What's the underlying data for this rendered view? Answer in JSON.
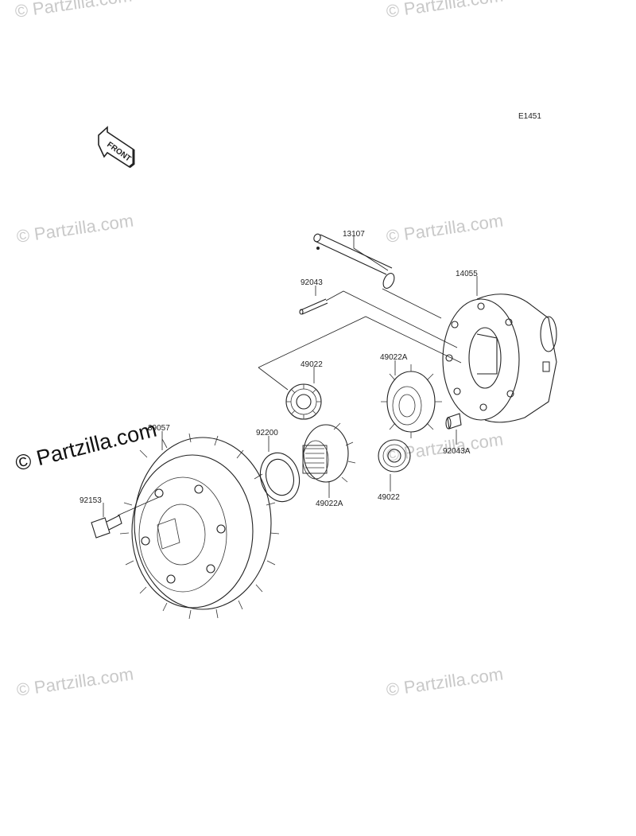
{
  "diagram": {
    "code": "E1451",
    "front_label": "FRONT",
    "watermark": "© Partzilla.com",
    "watermark_large": "© Partzilla.com",
    "callouts": [
      {
        "id": "c-13107",
        "label": "13107"
      },
      {
        "id": "c-14055",
        "label": "14055"
      },
      {
        "id": "c-92043",
        "label": "92043"
      },
      {
        "id": "c-49022-top",
        "label": "49022"
      },
      {
        "id": "c-49022A-top",
        "label": "49022A"
      },
      {
        "id": "c-39057",
        "label": "39057"
      },
      {
        "id": "c-92200",
        "label": "92200"
      },
      {
        "id": "c-92043A",
        "label": "92043A"
      },
      {
        "id": "c-92153",
        "label": "92153"
      },
      {
        "id": "c-49022A-bottom",
        "label": "49022A"
      },
      {
        "id": "c-49022-bottom",
        "label": "49022"
      }
    ]
  }
}
